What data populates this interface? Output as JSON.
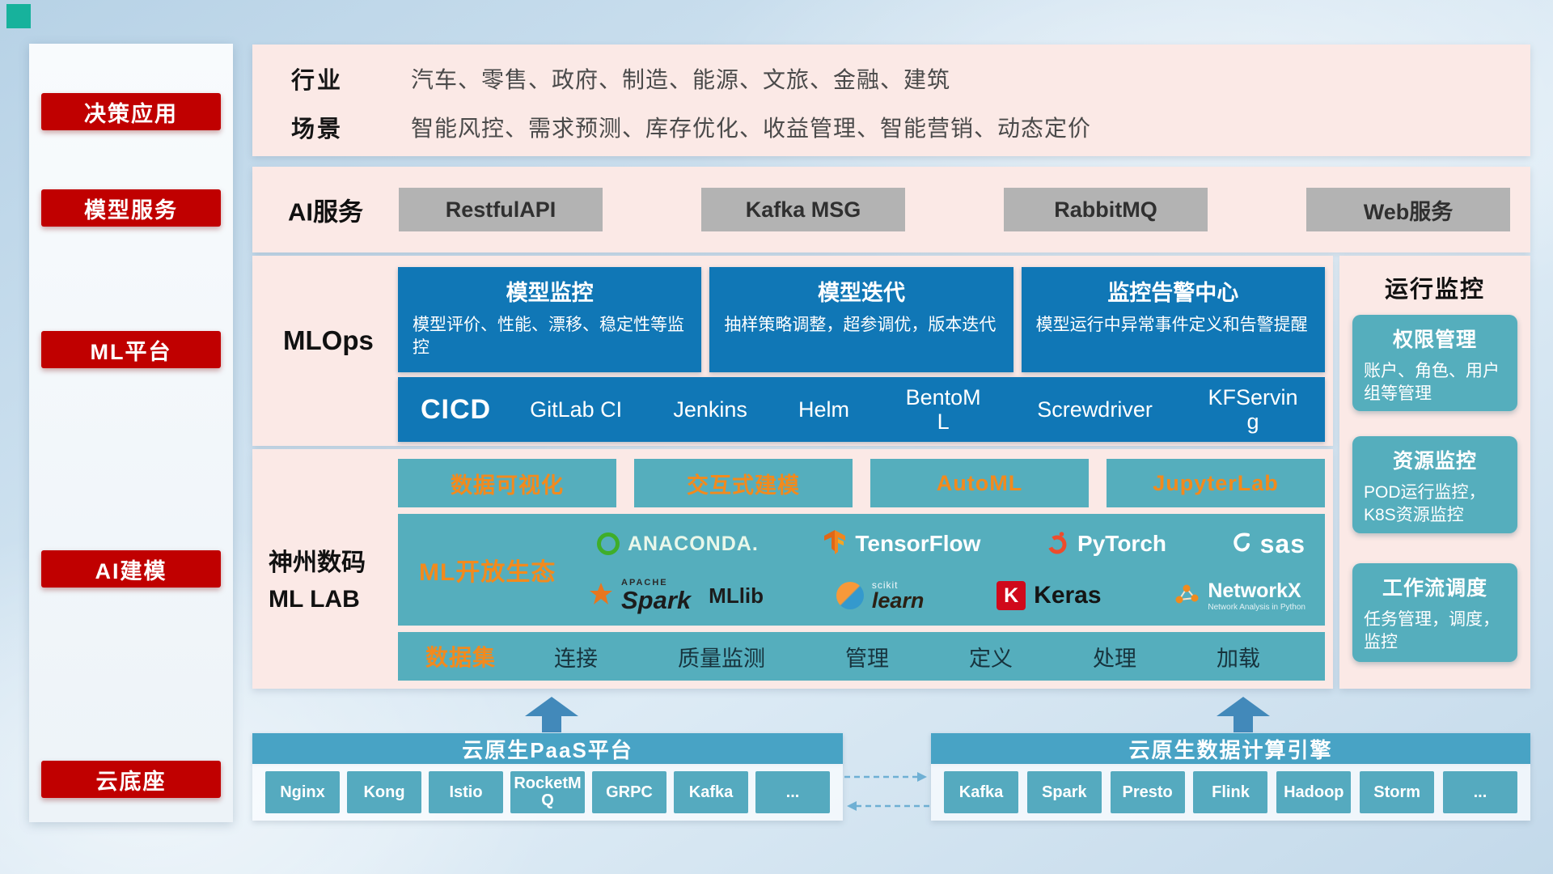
{
  "sidebar": {
    "items": [
      {
        "label": "决策应用"
      },
      {
        "label": "模型服务"
      },
      {
        "label": "ML平台"
      },
      {
        "label": "AI建模"
      },
      {
        "label": "云底座"
      }
    ]
  },
  "industry": {
    "rows": [
      {
        "label": "行业",
        "text": "汽车、零售、政府、制造、能源、文旅、金融、建筑"
      },
      {
        "label": "场景",
        "text": "智能风控、需求预测、库存优化、收益管理、智能营销、动态定价"
      }
    ]
  },
  "ai_service": {
    "label": "AI服务",
    "buttons": [
      {
        "label": "RestfulAPI"
      },
      {
        "label": "Kafka MSG"
      },
      {
        "label": "RabbitMQ"
      },
      {
        "label": "Web服务"
      }
    ]
  },
  "mlops": {
    "label": "MLOps",
    "cards": [
      {
        "title": "模型监控",
        "desc": "模型评价、性能、漂移、稳定性等监控"
      },
      {
        "title": "模型迭代",
        "desc": "抽样策略调整，超参调优，版本迭代"
      },
      {
        "title": "监控告警中心",
        "desc": "模型运行中异常事件定义和告警提醒"
      }
    ],
    "cicd": {
      "label": "CICD",
      "items": [
        {
          "label": "GitLab CI"
        },
        {
          "label": "Jenkins"
        },
        {
          "label": "Helm"
        },
        {
          "label": "BentoML"
        },
        {
          "label": "Screwdriver"
        },
        {
          "label": "KFServing"
        }
      ]
    }
  },
  "mllab": {
    "label_line1": "神州数码",
    "label_line2": "ML LAB",
    "tools": [
      {
        "label": "数据可视化"
      },
      {
        "label": "交互式建模"
      },
      {
        "label": "AutoML"
      },
      {
        "label": "JupyterLab"
      }
    ],
    "ecosystem": {
      "label": "ML开放生态",
      "logos": {
        "anaconda": "ANACONDA.",
        "tensorflow": "TensorFlow",
        "pytorch": "PyTorch",
        "sas": "sas",
        "spark_apache": "APACHE",
        "spark": "Spark",
        "mllib": "MLlib",
        "scikit_small": "scikit",
        "scikit": "learn",
        "keras_k": "K",
        "keras": "Keras",
        "networkx": "NetworkX",
        "networkx_tag": "Network Analysis in Python"
      }
    },
    "dataset": {
      "label": "数据集",
      "items": [
        {
          "label": "连接"
        },
        {
          "label": "质量监测"
        },
        {
          "label": "管理"
        },
        {
          "label": "定义"
        },
        {
          "label": "处理"
        },
        {
          "label": "加载"
        }
      ]
    }
  },
  "monitoring": {
    "title": "运行监控",
    "cards": [
      {
        "title": "权限管理",
        "desc": "账户、角色、用户组等管理"
      },
      {
        "title": "资源监控",
        "desc": "POD运行监控，K8S资源监控"
      },
      {
        "title": "工作流调度",
        "desc": "任务管理，调度，监控"
      }
    ]
  },
  "cloud": {
    "paas": {
      "title": "云原生PaaS平台",
      "items": [
        {
          "label": "Nginx"
        },
        {
          "label": "Kong"
        },
        {
          "label": "Istio"
        },
        {
          "label": "RocketMQ"
        },
        {
          "label": "GRPC"
        },
        {
          "label": "Kafka"
        },
        {
          "label": "..."
        }
      ]
    },
    "engine": {
      "title": "云原生数据计算引擎",
      "items": [
        {
          "label": "Kafka"
        },
        {
          "label": "Spark"
        },
        {
          "label": "Presto"
        },
        {
          "label": "Flink"
        },
        {
          "label": "Hadoop"
        },
        {
          "label": "Storm"
        },
        {
          "label": "..."
        }
      ]
    }
  },
  "colors": {
    "accent_red": "#c00000",
    "band_pink": "#fbe9e6",
    "blue_card": "#1077b6",
    "teal": "#55aebd",
    "orange": "#f28a1d",
    "gray_button": "#b3b3b3",
    "cloud_header": "#48a3c5"
  }
}
